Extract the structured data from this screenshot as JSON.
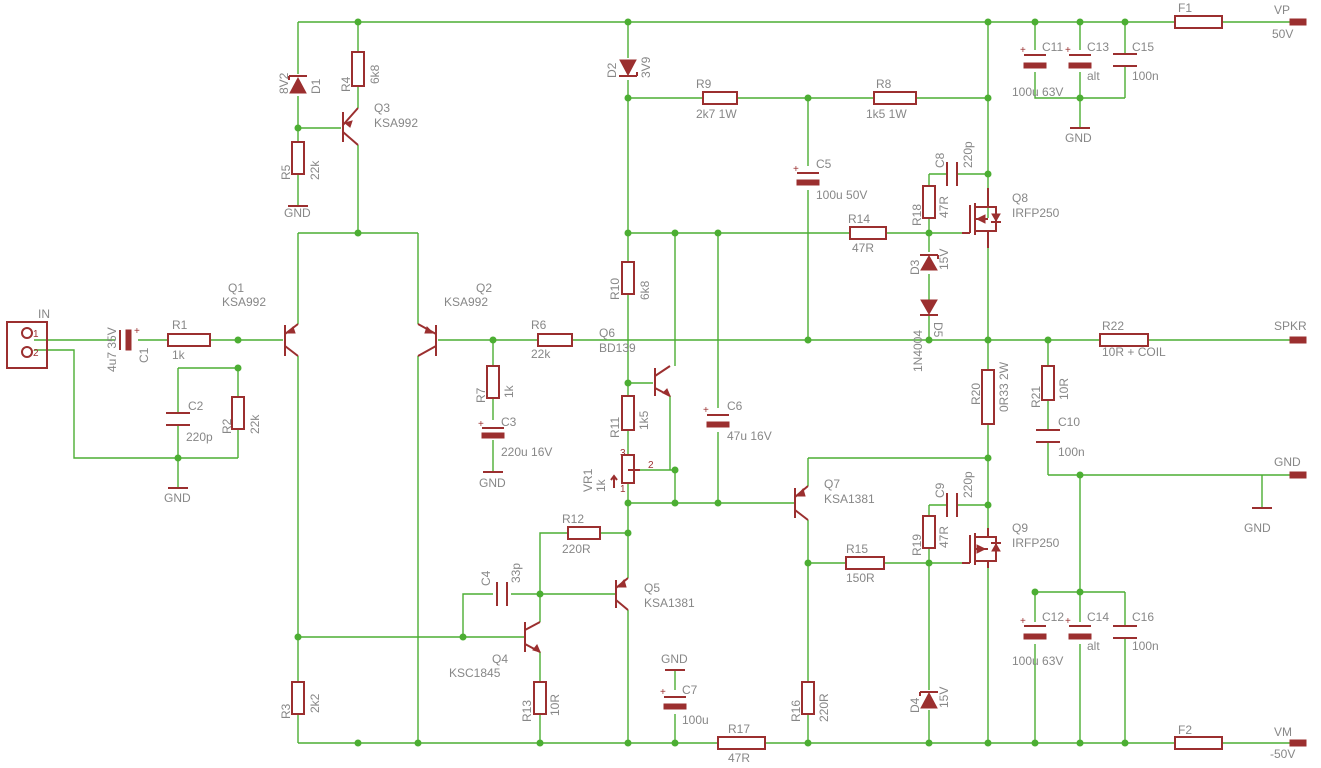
{
  "components": {
    "IN": "IN",
    "C1": "C1",
    "C1v": "4u7 35V",
    "R1": "R1",
    "R1v": "1k",
    "C2": "C2",
    "C2v": "220p",
    "R2": "R2",
    "R2v": "22k",
    "D1": "D1",
    "D1v": "8V2",
    "R4": "R4",
    "R4v": "6k8",
    "Q3": "Q3",
    "Q3v": "KSA992",
    "R5": "R5",
    "R5v": "22k",
    "Q1": "Q1",
    "Q1v": "KSA992",
    "Q2": "Q2",
    "Q2v": "KSA992",
    "R3": "R3",
    "R3v": "2k2",
    "R6": "R6",
    "R6v": "22k",
    "R7": "R7",
    "R7v": "1k",
    "C3": "C3",
    "C3v": "220u 16V",
    "D2": "D2",
    "D2v": "3V9",
    "R9": "R9",
    "R9v": "2k7 1W",
    "R8": "R8",
    "R8v": "1k5 1W",
    "C5": "C5",
    "C5v": "100u 50V",
    "R10": "R10",
    "R10v": "6k8",
    "Q6": "Q6",
    "Q6v": "BD139",
    "R11": "R11",
    "R11v": "1k5",
    "VR1": "VR1",
    "VR1v": "1k",
    "C6": "C6",
    "C6v": "47u 16V",
    "R12": "R12",
    "R12v": "220R",
    "C4": "C4",
    "C4v": "33p",
    "Q5": "Q5",
    "Q5v": "KSA1381",
    "Q4": "Q4",
    "Q4v": "KSC1845",
    "R13": "R13",
    "R13v": "10R",
    "C7": "C7",
    "C7v": "100u",
    "R17": "R17",
    "R17v": "47R",
    "C8": "C8",
    "C8v": "220p",
    "R18": "R18",
    "R18v": "47R",
    "Q8": "Q8",
    "Q8v": "IRFP250",
    "R14": "R14",
    "R14v": "47R",
    "D3": "D3",
    "D3v": "15V",
    "D5": "D5",
    "D5v": "1N4004",
    "Q7": "Q7",
    "Q7v": "KSA1381",
    "C9": "C9",
    "C9v": "220p",
    "R19": "R19",
    "R19v": "47R",
    "Q9": "Q9",
    "Q9v": "IRFP250",
    "R15": "R15",
    "R15v": "150R",
    "R16": "R16",
    "R16v": "220R",
    "D4": "D4",
    "D4v": "15V",
    "R20": "R20",
    "R20v": "0R33 2W",
    "R21": "R21",
    "R21v": "10R",
    "C10": "C10",
    "C10v": "100n",
    "R22": "R22",
    "R22v": "10R + COIL",
    "C11": "C11",
    "C11v": "100u 63V",
    "C13": "C13",
    "C13v": "alt",
    "C15": "C15",
    "C15v": "100n",
    "C12": "C12",
    "C12v": "100u 63V",
    "C14": "C14",
    "C14v": "alt",
    "C16": "C16",
    "C16v": "100n",
    "F1": "F1",
    "F2": "F2"
  },
  "pins": {
    "p1": "1",
    "p2": "2",
    "p3": "3"
  },
  "nets": {
    "VP": "VP",
    "VPv": "50V",
    "VM": "VM",
    "VMv": "-50V",
    "SPKR": "SPKR",
    "GND": "GND"
  },
  "colors": {
    "wire": "#4cae33",
    "part": "#9b2f2f",
    "text": "#878787"
  }
}
